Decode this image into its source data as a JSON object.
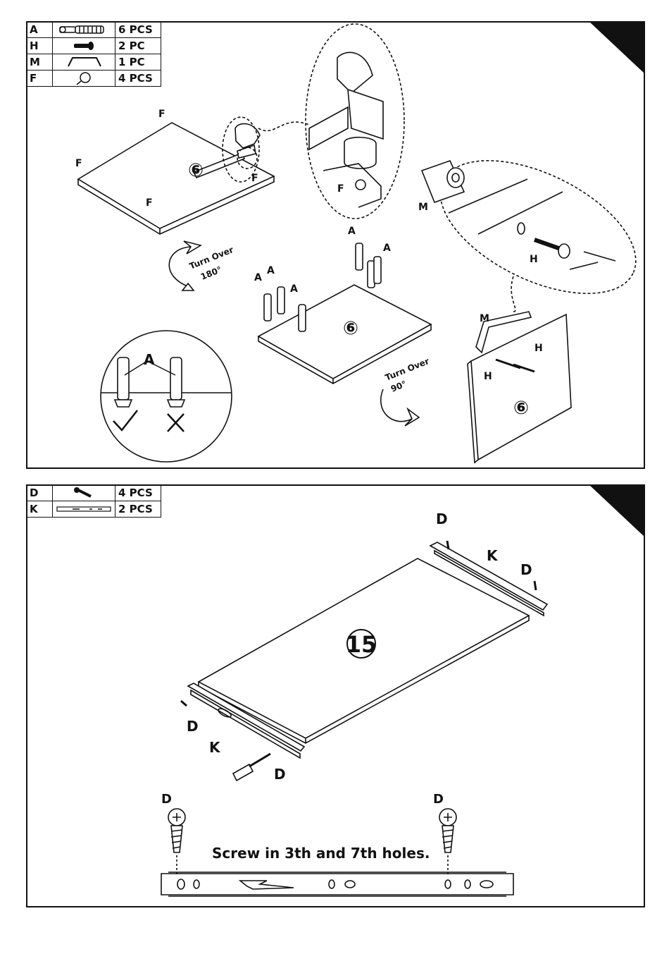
{
  "step1": {
    "parts": [
      {
        "code": "A",
        "icon": "cam-bolt-icon",
        "qty": "6 PCS"
      },
      {
        "code": "H",
        "icon": "screw-icon",
        "qty": "2 PC"
      },
      {
        "code": "M",
        "icon": "handle-icon",
        "qty": "1 PC"
      },
      {
        "code": "F",
        "icon": "glide-foot-icon",
        "qty": "4 PCS"
      }
    ],
    "panel_number": "⑥",
    "turn_over_1": {
      "line1": "Turn Over",
      "line2": "180°"
    },
    "turn_over_2": {
      "line1": "Turn Over",
      "line2": "90°"
    },
    "callouts": {
      "F": "F",
      "A": "A",
      "M": "M",
      "H": "H"
    }
  },
  "step2": {
    "parts": [
      {
        "code": "D",
        "icon": "wood-screw-icon",
        "qty": "4 PCS"
      },
      {
        "code": "K",
        "icon": "drawer-slide-icon",
        "qty": "2 PCS"
      }
    ],
    "panel_number": "15",
    "instruction": "Screw in 3th and 7th holes.",
    "callouts": {
      "D": "D",
      "K": "K"
    }
  }
}
